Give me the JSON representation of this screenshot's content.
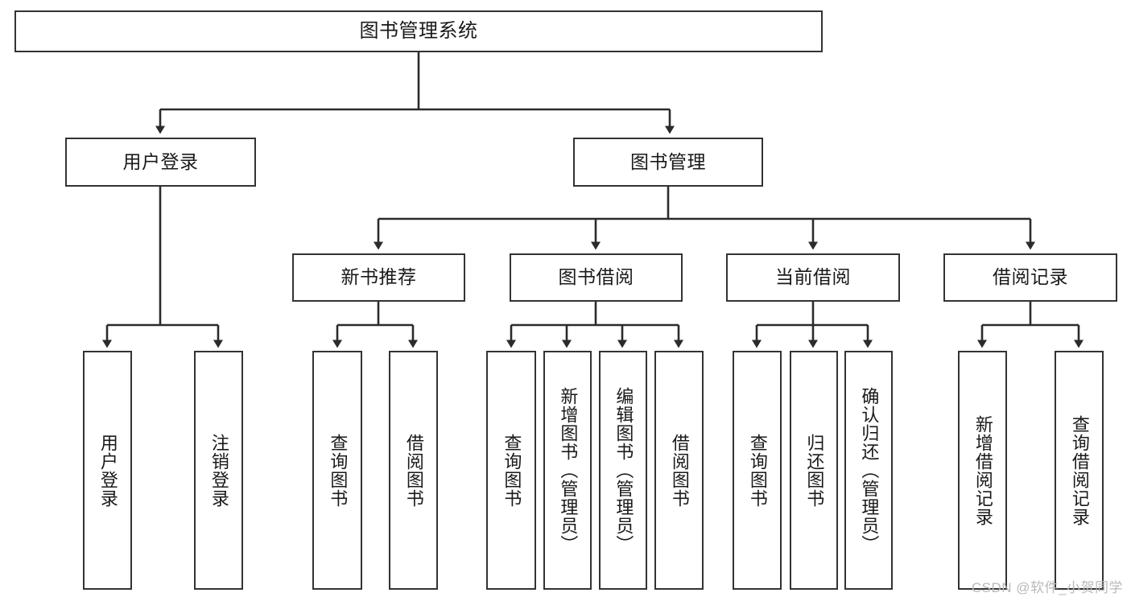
{
  "diagram": {
    "title": "图书管理系统",
    "type": "tree-hierarchy-chart",
    "stroke_color": "#333333",
    "fill_color": "#ffffff",
    "text_color": "#1a1a1a"
  },
  "nodes": {
    "root": {
      "label": "图书管理系统"
    },
    "level2": [
      {
        "label": "用户登录"
      },
      {
        "label": "图书管理"
      }
    ],
    "level3": [
      {
        "label": "新书推荐"
      },
      {
        "label": "图书借阅"
      },
      {
        "label": "当前借阅"
      },
      {
        "label": "借阅记录"
      }
    ],
    "leaves": [
      {
        "label": "用户登录"
      },
      {
        "label": "注销登录"
      },
      {
        "label": "查询图书"
      },
      {
        "label": "借阅图书"
      },
      {
        "label": "查询图书"
      },
      {
        "label": "新增图书（管理员）"
      },
      {
        "label": "编辑图书（管理员）"
      },
      {
        "label": "借阅图书"
      },
      {
        "label": "查询图书"
      },
      {
        "label": "归还图书"
      },
      {
        "label": "确认归还（管理员）"
      },
      {
        "label": "新增借阅记录"
      },
      {
        "label": "查询借阅记录"
      }
    ]
  },
  "watermark": {
    "text": "CSDN @软件_小贺同学"
  }
}
